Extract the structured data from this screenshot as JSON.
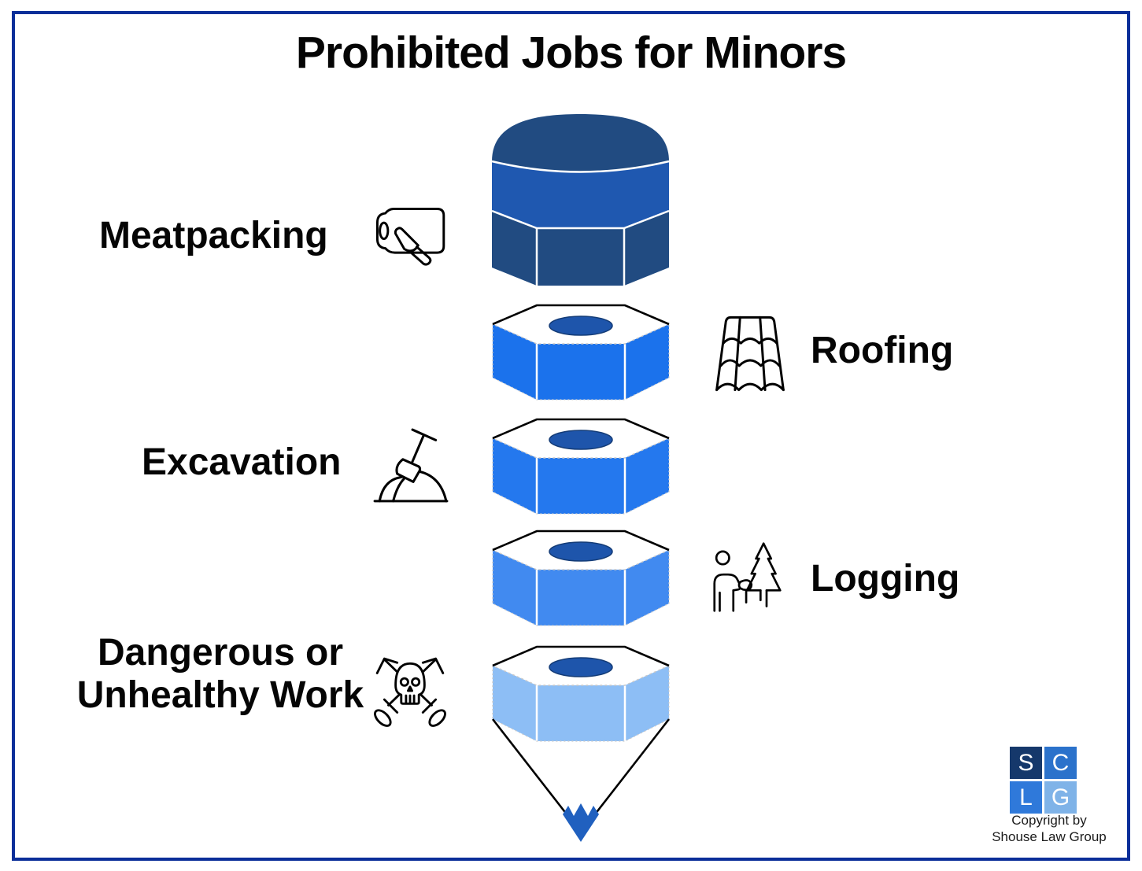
{
  "title": "Prohibited Jobs for Minors",
  "items": [
    {
      "label": "Meatpacking",
      "icon": "cutting-board-knife-icon",
      "side": "left"
    },
    {
      "label": "Roofing",
      "icon": "roof-tiles-icon",
      "side": "right"
    },
    {
      "label": "Excavation",
      "icon": "shovel-mound-icon",
      "side": "left"
    },
    {
      "label": "Logging",
      "icon": "logger-tree-icon",
      "side": "right"
    },
    {
      "label": "Dangerous or Unhealthy Work",
      "icon": "skull-crossbones-icon",
      "side": "left"
    }
  ],
  "funnel": {
    "dome_color": "#214B81",
    "band_color": "#1F58B0",
    "base_color": "#214B81",
    "layers": [
      {
        "name": "roofing-layer",
        "side_color": "#1B72EC",
        "hole_color": "#1E55AB"
      },
      {
        "name": "excavation-layer",
        "side_color": "#2478EE",
        "hole_color": "#1E55AB"
      },
      {
        "name": "logging-layer",
        "side_color": "#418AF0",
        "hole_color": "#1E55AB"
      },
      {
        "name": "dangerous-layer",
        "side_color": "#8DBEF5",
        "hole_color": "#1E55AB"
      }
    ],
    "drip_color": "#2060BF"
  },
  "logo": {
    "squares": [
      {
        "letter": "S",
        "bg": "#15386B"
      },
      {
        "letter": "C",
        "bg": "#2B72CB"
      },
      {
        "letter": "L",
        "bg": "#2F79DA"
      },
      {
        "letter": "G",
        "bg": "#7FB3E8"
      }
    ],
    "copyright_line1": "Copyright by",
    "copyright_line2": "Shouse Law Group"
  },
  "frame_color": "#0A2E99"
}
